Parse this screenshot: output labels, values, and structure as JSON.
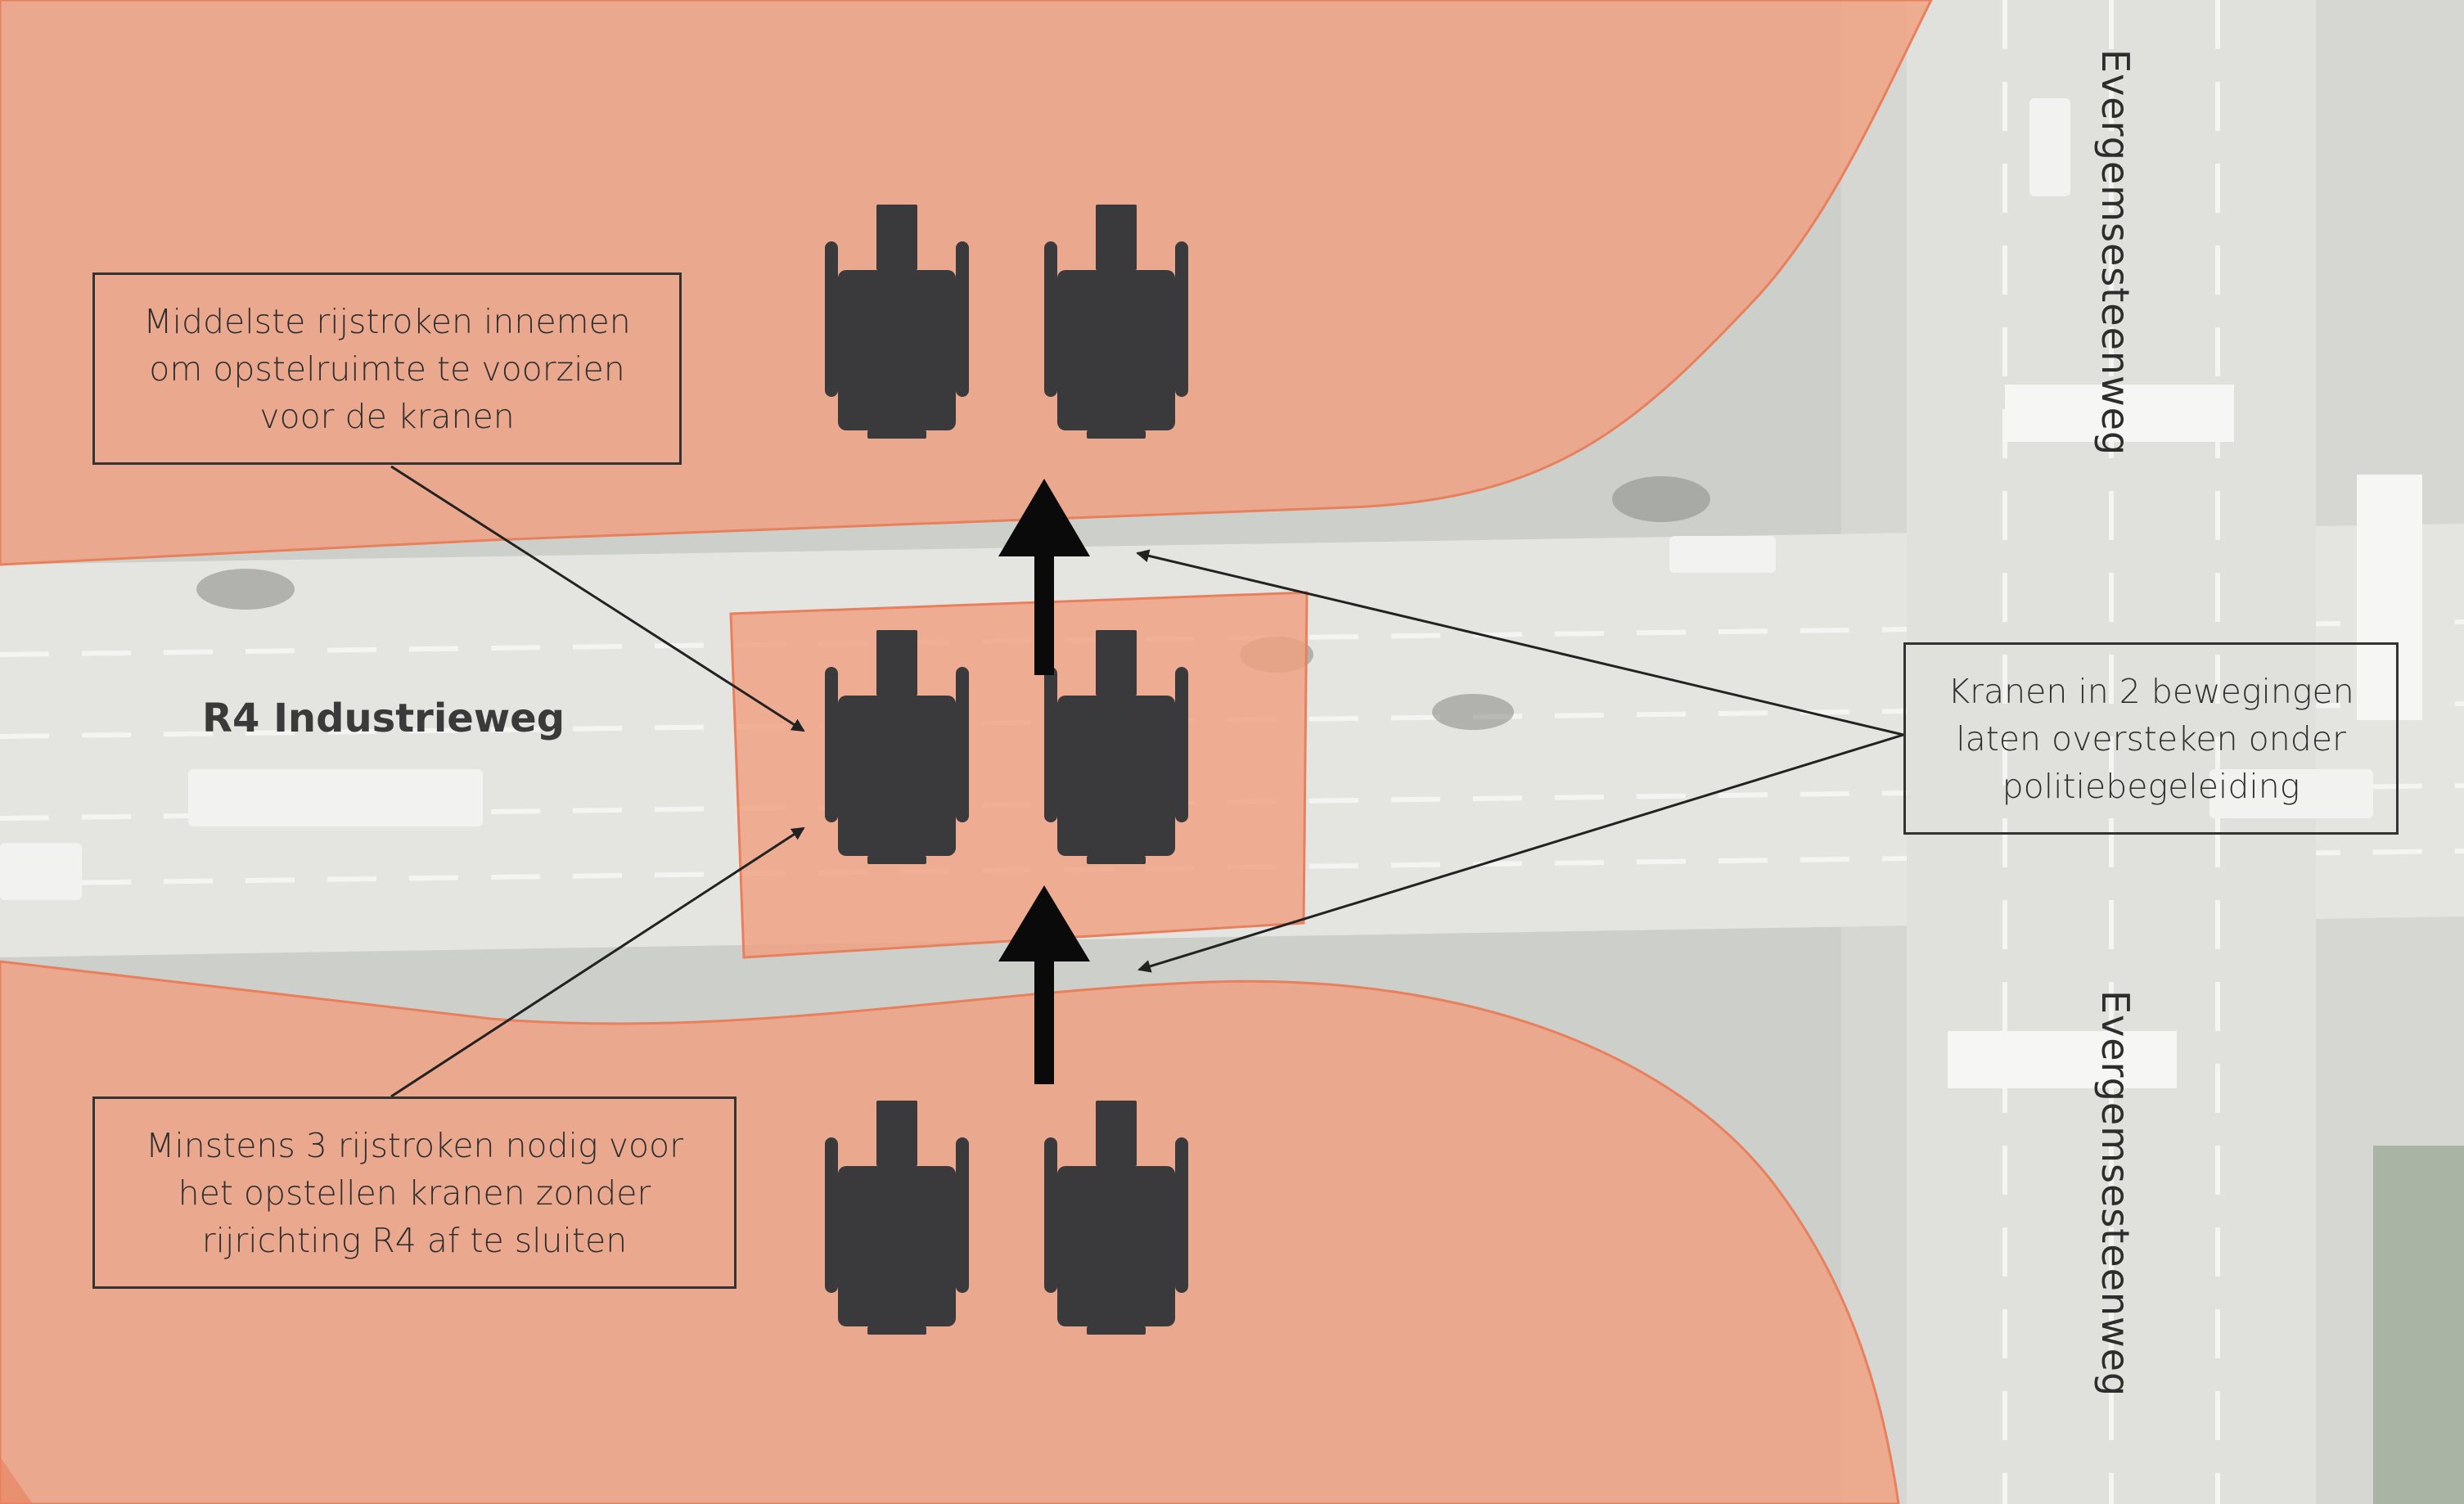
{
  "roads": {
    "main": "R4 Industrieweg",
    "cross_north": "Evergemsesteenweg",
    "cross_south": "Evergemsesteenweg"
  },
  "callouts": {
    "top_left": "Middelste rijstroken innemen\nom opstelruimte te voorzien\nvoor de kranen",
    "bottom_left": "Minstens 3 rijstroken nodig voor\nhet opstellen kranen zonder\nrijrichting R4 af te sluiten",
    "right": "Kranen in 2 bewegingen\nlaten oversteken onder\npolitiebegeleiding"
  },
  "colors": {
    "zone_fill": "#f0a080",
    "zone_stroke": "#e8805e",
    "crane": "#3a3a3c",
    "arrow": "#0a0a0a",
    "road": "#e6e6e3",
    "ground": "#cfd0cc"
  },
  "icons": {
    "crane": "crane-icon",
    "movement_arrow": "arrow-up-icon"
  }
}
